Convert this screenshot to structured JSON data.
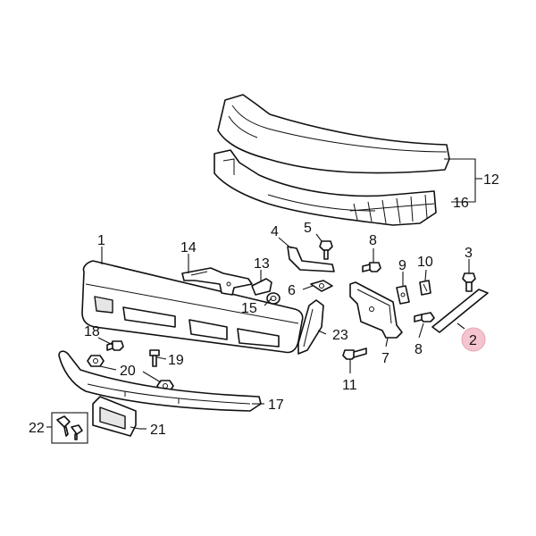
{
  "callouts": {
    "c1": "1",
    "c2": "2",
    "c3": "3",
    "c4": "4",
    "c5": "5",
    "c6": "6",
    "c7": "7",
    "c8a": "8",
    "c8b": "8",
    "c9": "9",
    "c10": "10",
    "c11": "11",
    "c12": "12",
    "c13": "13",
    "c14": "14",
    "c15": "15",
    "c16": "16",
    "c17": "17",
    "c18": "18",
    "c19": "19",
    "c20": "20",
    "c21": "21",
    "c22": "22",
    "c23": "23"
  },
  "colors": {
    "line": "#111111",
    "highlight": "#f4c4cf"
  }
}
